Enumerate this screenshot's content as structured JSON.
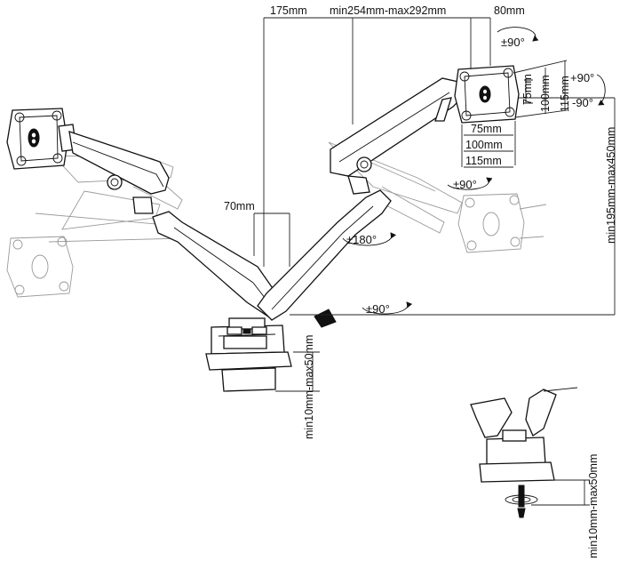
{
  "dimensions": {
    "arm_upper_length": "175mm",
    "arm_length_range": "min254mm-max292mm",
    "pole_offset": "80mm",
    "joint_offset": "70mm",
    "height_range": "min195mm-max450mm",
    "clamp_thickness_main": "min10mm-max50mm",
    "clamp_thickness_grommet": "min10mm-max50mm"
  },
  "vesa": {
    "vertical": [
      "75mm",
      "100mm",
      "115mm"
    ],
    "horizontal": [
      "75mm",
      "100mm",
      "115mm"
    ]
  },
  "rotations": {
    "head_swivel": "±90°",
    "tilt_up": "+90°",
    "tilt_down": "-90°",
    "arm_swivel": "±90°",
    "elbow": "±180°",
    "base_swivel": "±90°"
  }
}
